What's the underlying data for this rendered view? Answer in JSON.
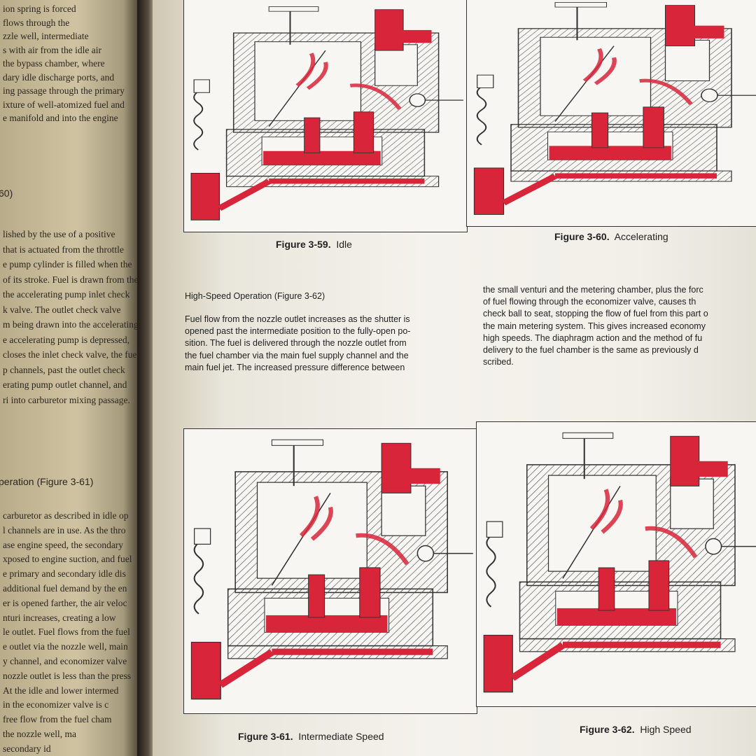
{
  "left_page": {
    "top_lines": [
      "ion spring is forced",
      "flows through the",
      "zzle well, intermediate",
      "s with air from the idle air",
      "the bypass chamber, where",
      "dary idle discharge ports, and",
      "ing passage through the primary",
      "ixture of well-atomized fuel and",
      "e manifold and into the engine"
    ],
    "heading_1": "60)",
    "mid_lines": [
      "lished by the use of a positive",
      "that is actuated from the throttle",
      "e pump cylinder is filled when the",
      "of its stroke. Fuel is drawn from the",
      "the accelerating pump inlet check",
      "k valve. The outlet check valve",
      "m being drawn into the accelerating",
      "e accelerating pump is depressed,",
      "closes the inlet check valve, the fuel",
      "p channels, past the outlet check",
      "erating pump outlet channel, and",
      "ri into carburetor mixing passage."
    ],
    "heading_2": "peration (Figure 3-61)",
    "bottom_lines": [
      "carburetor as described in idle op",
      "l channels are in use. As the thro",
      "ase engine speed, the secondary",
      "xposed to engine suction, and fuel",
      "e primary and secondary idle dis",
      "additional fuel demand by the en",
      "er is opened farther, the air veloc",
      "nturi increases, creating a low",
      "le outlet. Fuel flows from the fuel",
      "e outlet via the nozzle well, main",
      "y channel, and economizer valve",
      "nozzle outlet is less than the press",
      "At the idle and lower intermed",
      "in the economizer valve is c",
      "free flow from the fuel cham",
      "the nozzle well, ma",
      "secondary id"
    ]
  },
  "figures": [
    {
      "number": "Figure 3-59.",
      "title": "Idle"
    },
    {
      "number": "Figure 3-60.",
      "title": "Accelerating"
    },
    {
      "number": "Figure 3-61.",
      "title": "Intermediate Speed"
    },
    {
      "number": "Figure 3-62.",
      "title": "High Speed"
    }
  ],
  "section": {
    "heading": "High-Speed Operation (Figure 3-62)",
    "col1_lines": [
      "Fuel flow from the nozzle outlet increases as the shutter is",
      "opened past the intermediate position to the fully-open po-",
      "sition. The fuel is delivered through the nozzle outlet from",
      "the fuel chamber via the main fuel supply channel and the",
      "main fuel jet. The increased pressure difference between"
    ],
    "col2_lines": [
      "the small venturi and the metering chamber, plus the forc",
      "of fuel flowing through the economizer valve, causes th",
      "check ball to seat, stopping the flow of fuel from this part o",
      "the main metering system. This gives increased economy",
      "high speeds. The diaphragm action and the method of fu",
      "delivery to the fuel chamber is the same as previously d",
      "scribed."
    ]
  },
  "colors": {
    "fuel_red": "#d8253a",
    "hatch_gray": "#555555",
    "paper": "#f3f1ea",
    "ink": "#222222"
  }
}
